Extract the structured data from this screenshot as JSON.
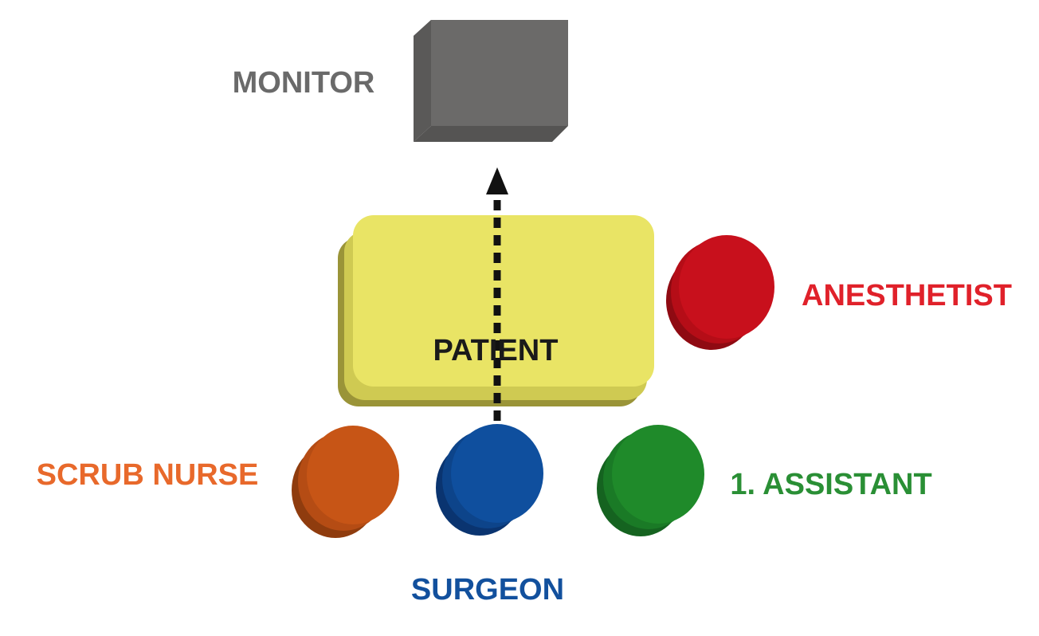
{
  "labels": {
    "monitor": "MONITOR",
    "patient": "PATIENT",
    "anesthetist": "ANESTHETIST",
    "scrub_nurse": "SCRUB NURSE",
    "surgeon": "SURGEON",
    "assistant": "1. ASSISTANT"
  },
  "colors": {
    "monitor": "#6b6a69",
    "monitor_text": "#6a6a6a",
    "patient_table": "#e9e465",
    "patient_text": "#1a1a1a",
    "anesthetist": "#c8101c",
    "anesthetist_text": "#e0212a",
    "scrub_nurse": "#c75516",
    "scrub_nurse_text": "#e8692b",
    "surgeon": "#0f4f9e",
    "surgeon_text": "#12509d",
    "assistant": "#1f8a2a",
    "assistant_text": "#2a8f35",
    "arrow": "#111111"
  }
}
